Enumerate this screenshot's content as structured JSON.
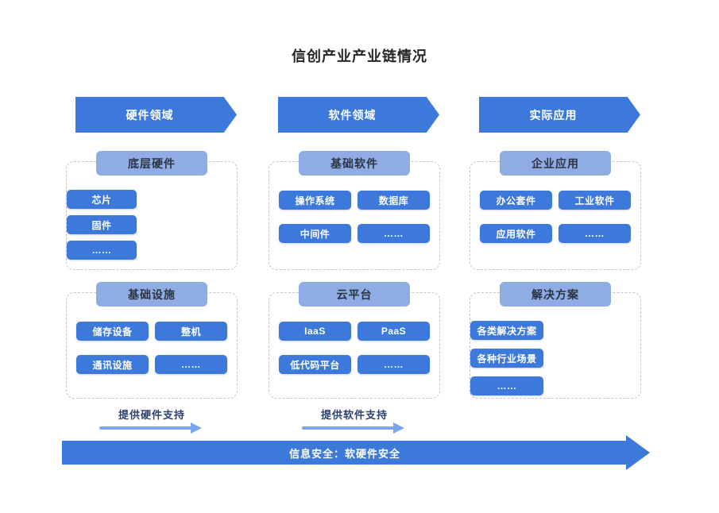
{
  "title": "信创产业产业链情况",
  "columns": [
    {
      "header": "硬件领域",
      "groups": [
        {
          "title": "底层硬件",
          "items": [
            "芯片",
            "固件",
            "……"
          ]
        },
        {
          "title": "基础设施",
          "items": [
            "储存设备",
            "整机",
            "通讯设施",
            "……"
          ]
        }
      ]
    },
    {
      "header": "软件领域",
      "groups": [
        {
          "title": "基础软件",
          "items": [
            "操作系统",
            "数据库",
            "中间件",
            "……"
          ]
        },
        {
          "title": "云平台",
          "items": [
            "IaaS",
            "PaaS",
            "低代码平台",
            "……"
          ]
        }
      ]
    },
    {
      "header": "实际应用",
      "groups": [
        {
          "title": "企业应用",
          "items": [
            "办公套件",
            "工业软件",
            "应用软件",
            "……"
          ]
        },
        {
          "title": "解决方案",
          "items": [
            "各类解决方案",
            "各种行业场景",
            "……"
          ]
        }
      ]
    }
  ],
  "support_arrows": [
    {
      "label": "提供硬件支持"
    },
    {
      "label": "提供软件支持"
    }
  ],
  "security_arrow": {
    "label": "信息安全：软硬件安全"
  },
  "colors": {
    "primary_blue": "#3c79db",
    "group_header_blue": "#8face5",
    "support_arrow_blue": "#7ca6ec",
    "dashed_border_gray": "#c6c6c6",
    "title_text": "#262626",
    "label_navy": "#2e4270"
  }
}
